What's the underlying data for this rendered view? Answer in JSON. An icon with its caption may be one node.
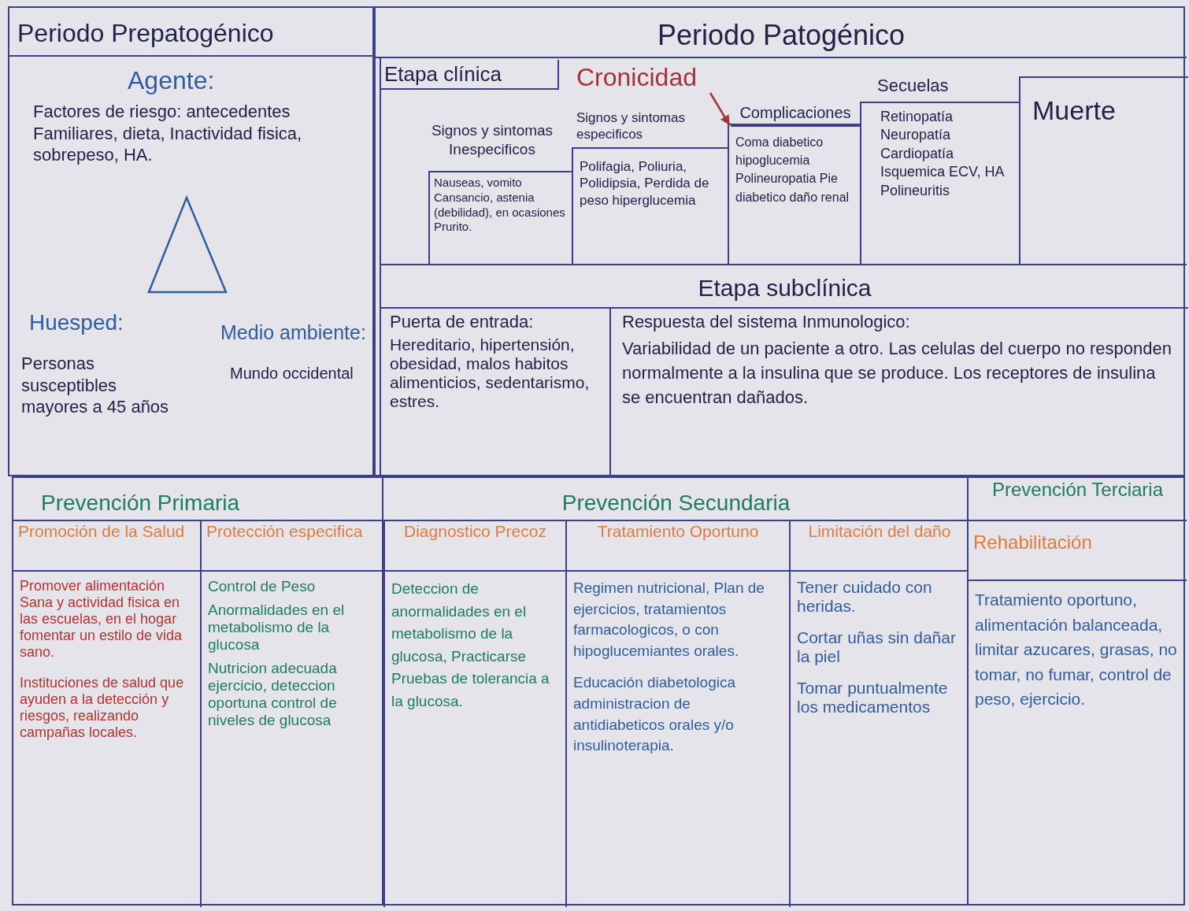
{
  "diagram": {
    "nodes": [
      {
        "text": [
          "Periodo Prepatogénico",
          "Agente:",
          "Factores de riesgo: antecedentes Familiares, dieta, Inactividad fisica, sobrepeso, HA.",
          "Huesped:",
          "Personas susceptibles mayores a 45 años",
          "Medio ambiente:",
          "Mundo occidental"
        ]
      },
      {
        "text": [
          "Periodo Patogénico"
        ]
      },
      {
        "text": [
          "Etapa clínica"
        ],
        "in": 1
      },
      {
        "text": [
          "Cronicidad"
        ],
        "in": 2
      },
      {
        "text": [
          "Signos y sintomas Inespecificos",
          "Nauseas, vomito Cansancio, astenia (debilidad), en ocasiones Prurito."
        ],
        "in": 2
      },
      {
        "text": [
          "Signos y sintomas especificos",
          "Polifagia, Poliuria, Polidipsia, Perdida de peso hiperglucemia"
        ],
        "in": 2
      },
      {
        "text": [
          "Complicaciones",
          "Coma diabetico hipoglucemia Polineuropatia Pie diabetico daño renal"
        ],
        "in": 2
      },
      {
        "text": [
          "Secuelas",
          "Retinopatía Neuropatía Cardiopatía Isquemica ECV, HA Polineuritis"
        ],
        "in": 2
      },
      {
        "text": [
          "Muerte"
        ],
        "in": 2
      },
      {
        "text": [
          "Etapa subclínica"
        ],
        "in": 1
      },
      {
        "text": [
          "Puerta de entrada:",
          "Hereditario, hipertensión, obesidad, malos habitos alimenticios, sedentarismo, estres."
        ],
        "in": 9
      },
      {
        "text": [
          "Respuesta del sistema Inmunologico:",
          "Variabilidad de un paciente a otro. Las celulas del cuerpo no responden normalmente a la insulina que se produce. Los receptores de insulina se encuentran dañados."
        ],
        "in": 9
      },
      {
        "text": [
          "Prevención Primaria"
        ]
      },
      {
        "text": [
          "Promoción de la Salud",
          "Promover alimentación Sana y actividad fisica en las escuelas, en el hogar fomentar un estilo de vida sano.",
          "Instituciones de salud que ayuden a la detección y riesgos, realizando campañas locales."
        ],
        "in": 12
      },
      {
        "text": [
          "Protección especifica",
          "Control de Peso",
          "Anormalidades en el metabolismo de la glucosa",
          "Nutricion adecuada ejercicio, deteccion oportuna control de niveles de glucosa"
        ],
        "in": 12
      },
      {
        "text": [
          "Prevención Secundaria"
        ]
      },
      {
        "text": [
          "Diagnostico Precoz",
          "Deteccion de anormalidades en el metabolismo de la glucosa, Practicarse Pruebas de tolerancia a la glucosa."
        ],
        "in": 15
      },
      {
        "text": [
          "Tratamiento Oportuno",
          "Regimen nutricional, Plan de ejercicios, tratamientos farmacologicos, o con hipoglucemiantes orales.",
          "Educación diabetologica administracion de antidiabeticos orales y/o insulinoterapia."
        ],
        "in": 15
      },
      {
        "text": [
          "Limitación del daño",
          "Tener cuidado con heridas.",
          "Cortar uñas sin dañar la piel",
          "Tomar puntualmente los medicamentos"
        ],
        "in": 15
      },
      {
        "text": [
          "Prevención Terciaria"
        ]
      },
      {
        "text": [
          "Rehabilitación",
          "Tratamiento oportuno, alimentación balanceada, limitar azucares, grasas, no tomar, no fumar, control de peso, ejercicio."
        ],
        "in": 19
      }
    ],
    "edges": [
      {
        "from": 3,
        "to": 6,
        "arrow": "to"
      }
    ]
  }
}
